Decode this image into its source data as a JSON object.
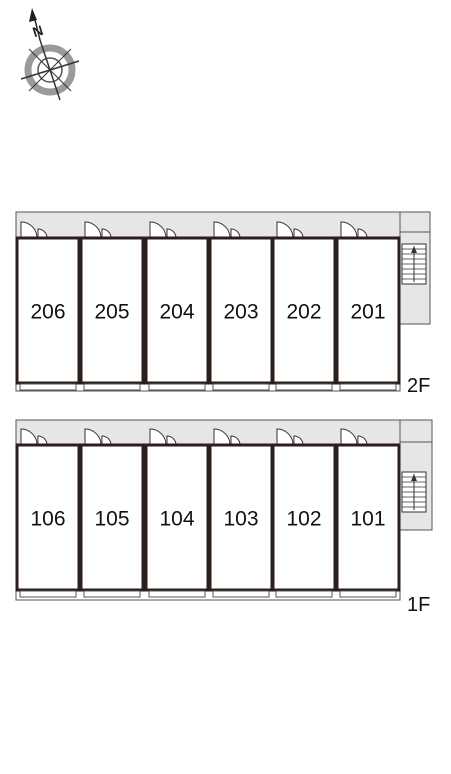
{
  "compass": {
    "icon": "compass-rose-icon",
    "north_label": "N"
  },
  "floors": [
    {
      "label": "2F",
      "units": [
        "206",
        "205",
        "204",
        "203",
        "202",
        "201"
      ],
      "stair_icon": "staircase-icon"
    },
    {
      "label": "1F",
      "units": [
        "106",
        "105",
        "104",
        "103",
        "102",
        "101"
      ],
      "stair_icon": "staircase-icon"
    }
  ],
  "colors": {
    "corridor": "#e6e6e6",
    "wall": "#2a1f1b",
    "outline": "#555555",
    "text": "#111111"
  }
}
